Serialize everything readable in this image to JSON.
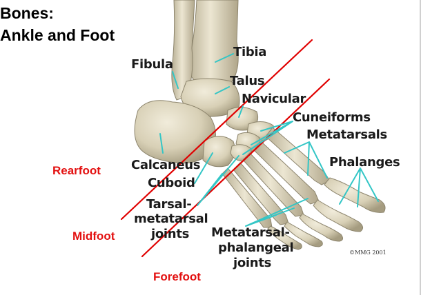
{
  "title": {
    "line1": "Bones:",
    "line2": "Ankle and Foot"
  },
  "labels": {
    "tibia": "Tibia",
    "fibula": "Fibula",
    "talus": "Talus",
    "navicular": "Navicular",
    "cuneiforms": "Cuneiforms",
    "metatarsals": "Metatarsals",
    "phalanges": "Phalanges",
    "calcaneus": "Calcaneus",
    "cuboid": "Cuboid",
    "tarsal_metatarsal_joints": [
      "Tarsal-",
      "metatarsal",
      "joints"
    ],
    "metatarsal_phalangeal_joints": [
      "Metatarsal-",
      "phalangeal",
      "joints"
    ]
  },
  "regions": {
    "rearfoot": "Rearfoot",
    "midfoot": "Midfoot",
    "forefoot": "Forefoot"
  },
  "copyright": "©MMG 2001",
  "colors": {
    "divider_lines": "#e00000",
    "region_text": "#e31010",
    "leader_lines": "#33c6c6",
    "bone": "#ddd6bf"
  }
}
